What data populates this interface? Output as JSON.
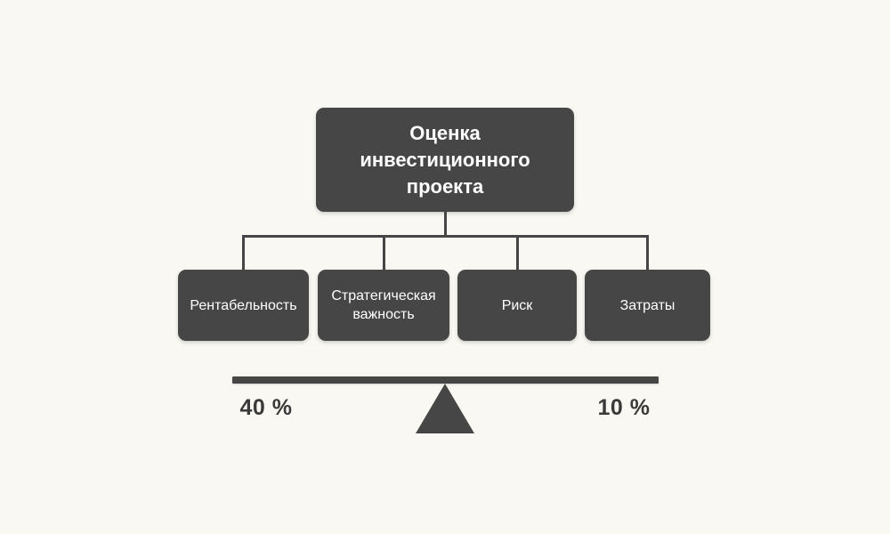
{
  "diagram": {
    "title": "Оценка инвестиционного проекта",
    "children": [
      {
        "label": "Рентабельность"
      },
      {
        "label": "Стратегическая важность"
      },
      {
        "label": "Риск"
      },
      {
        "label": "Затраты"
      }
    ],
    "balance": {
      "left_value": "40 %",
      "right_value": "10 %"
    },
    "colors": {
      "node_fill": "#464646",
      "node_text": "#ffffff",
      "background": "#faf8f2",
      "label_text": "#3a3a3a"
    }
  }
}
